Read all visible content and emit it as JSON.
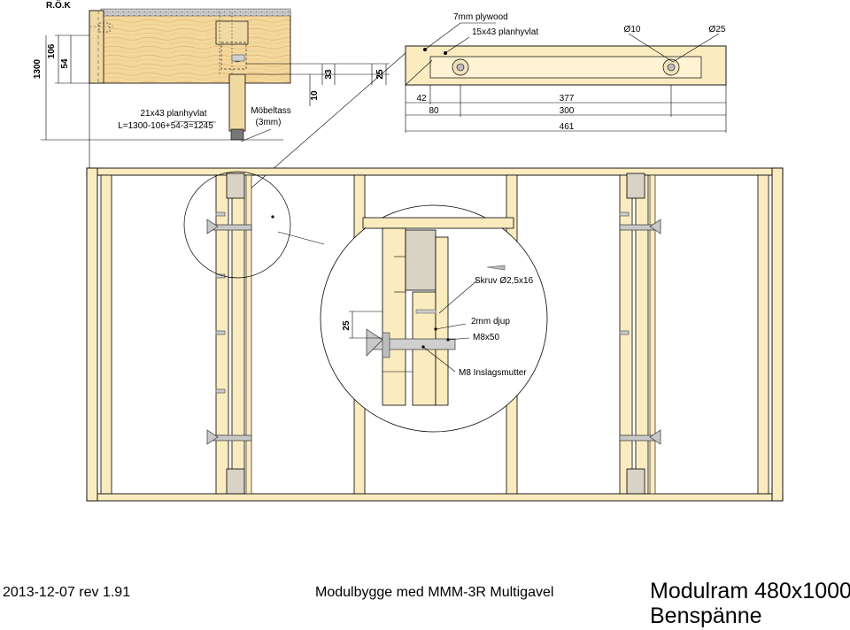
{
  "header": {
    "author": "R.Ö.K"
  },
  "top_detail": {
    "plywood_label": "7mm plywood",
    "planhyvlat_label": "15x43 planhyvlat",
    "dia_small": "Ø10",
    "dia_large": "Ø25",
    "dim_1300": "1300",
    "dim_106": "106",
    "dim_54": "54",
    "dim_10": "10",
    "dim_33": "33",
    "dim_25": "25",
    "dim_42": "42",
    "dim_80": "80",
    "dim_377": "377",
    "dim_300": "300",
    "dim_461": "461",
    "leg_label_1": "21x43 planhyvlat",
    "leg_label_2": "L=1300-106+54-3=1245",
    "foot_label_1": "Möbeltass",
    "foot_label_2": "(3mm)"
  },
  "zoom_detail": {
    "screw_label": "Skruv Ø2,5x16",
    "depth_label": "2mm djup",
    "bolt_label": "M8x50",
    "nut_label": "M8 Inslagsmutter",
    "dim_25": "25"
  },
  "footer": {
    "date_rev": "2013-12-07 rev 1.91",
    "project": "Modulbygge med MMM-3R Multigavel",
    "title_1": "Modulram 480x1000",
    "title_2": "Benspänne"
  },
  "colors": {
    "wood": "#fbecc0",
    "wood_dark": "#e9c98a",
    "leg_wood": "#f1d9a2",
    "foot": "#d8d3c4",
    "line": "#000000"
  }
}
